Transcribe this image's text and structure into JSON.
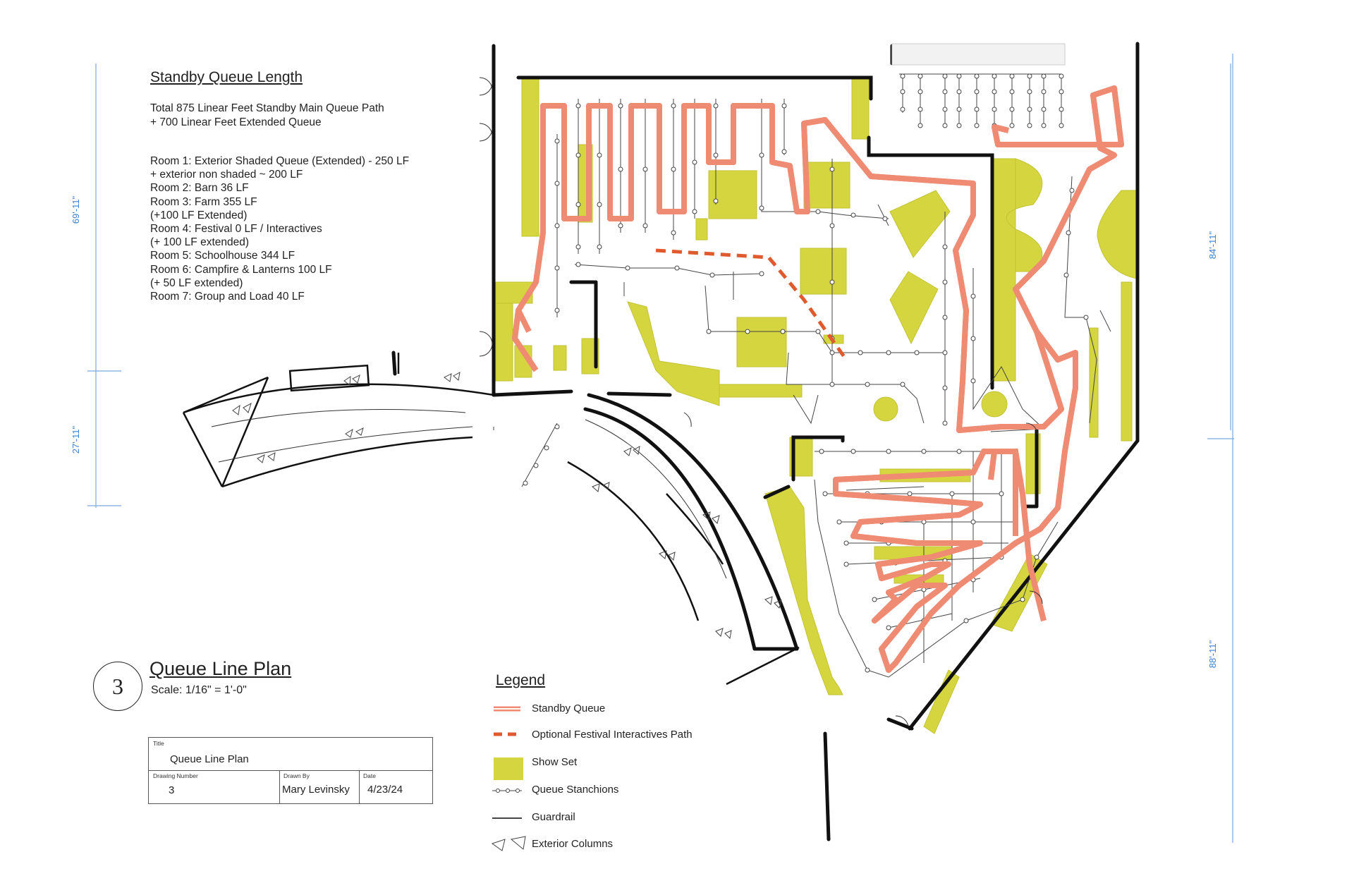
{
  "notes": {
    "title": "Standby Queue Length",
    "totals": [
      "Total 875 Linear Feet Standby Main Queue Path",
      "+ 700 Linear Feet Extended Queue"
    ],
    "rooms": [
      "Room 1: Exterior Shaded Queue (Extended) - 250 LF",
      "+ exterior non shaded ~ 200 LF",
      "Room 2: Barn 36 LF",
      "Room 3: Farm 355 LF",
      "(+100 LF Extended)",
      "Room 4: Festival 0 LF / Interactives",
      "(+ 100 LF extended)",
      "Room 5: Schoolhouse 344 LF",
      "Room 6: Campfire & Lanterns 100 LF",
      "(+ 50 LF extended)",
      "Room 7: Group and Load 40 LF"
    ]
  },
  "dimensions": {
    "left_upper": "69'-11\"",
    "left_lower": "27'-11\"",
    "right_upper": "84'-11\"",
    "right_lower": "88'-11\""
  },
  "plan_label": {
    "number": "3",
    "title": "Queue Line Plan",
    "scale": "Scale: 1/16\" = 1'-0\""
  },
  "title_block": {
    "title_label": "Title",
    "title_value": "Queue Line Plan",
    "drawing_number_label": "Drawing Number",
    "drawing_number_value": "3",
    "drawn_by_label": "Drawn By",
    "drawn_by_value": "Mary Levinsky",
    "date_label": "Date",
    "date_value": "4/23/24"
  },
  "legend": {
    "title": "Legend",
    "items": [
      {
        "label": "Standby Queue",
        "icon": "standby-queue-swatch"
      },
      {
        "label": "Optional Festival Interactives Path",
        "icon": "dashed-path-swatch"
      },
      {
        "label": "Show Set",
        "icon": "show-set-swatch"
      },
      {
        "label": "Queue Stanchions",
        "icon": "stanchion-swatch"
      },
      {
        "label": "Guardrail",
        "icon": "guardrail-swatch"
      },
      {
        "label": "Exterior Columns",
        "icon": "column-swatch"
      }
    ]
  },
  "colors": {
    "standby_queue": "#ef8a73",
    "festival_path": "#e05a2e",
    "show_set": "#d5d63f",
    "walls": "#111111",
    "stanchions": "#444444",
    "dimension": "#3d7fd1"
  }
}
